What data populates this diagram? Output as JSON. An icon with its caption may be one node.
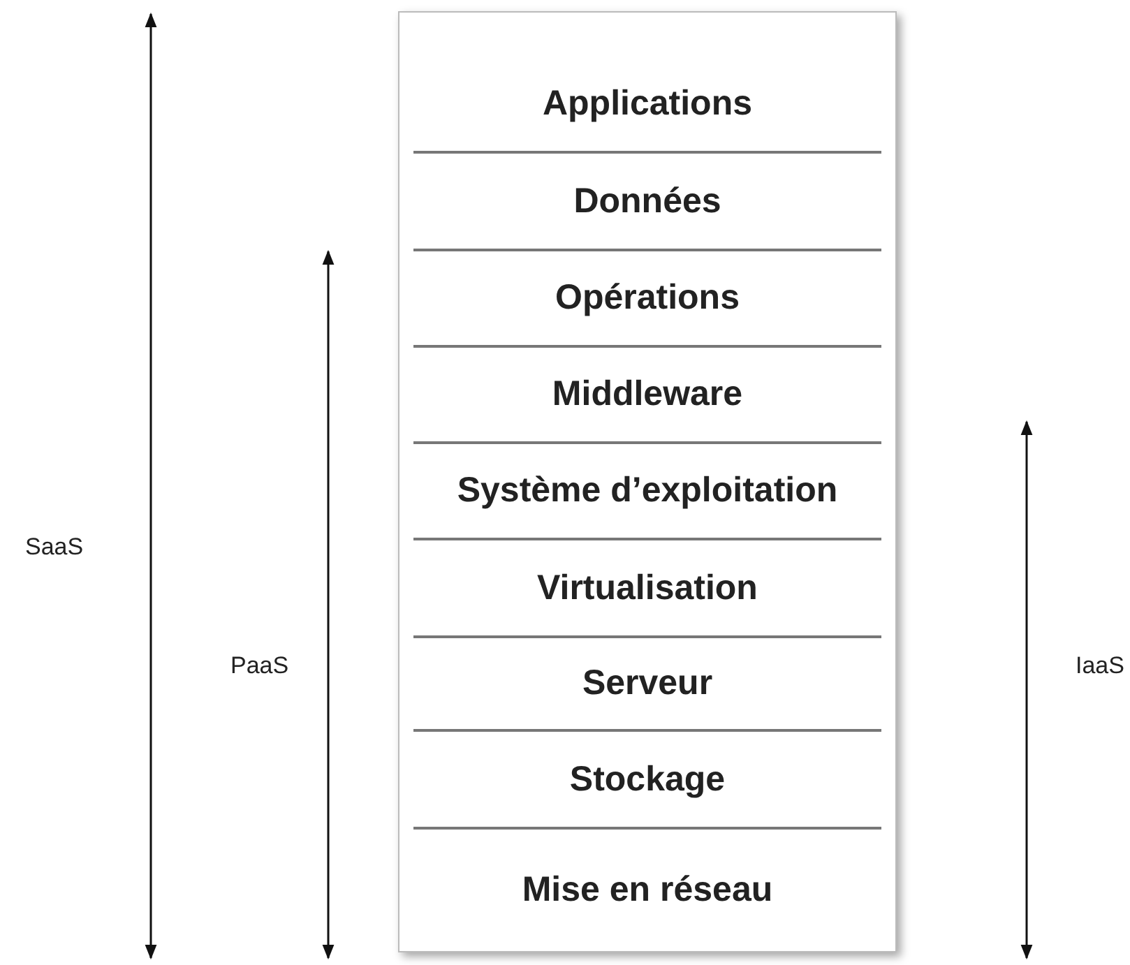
{
  "diagram": {
    "nodes": [
      {
        "text": [
          "Applications"
        ]
      },
      {
        "text": [
          "Données"
        ]
      },
      {
        "text": [
          "Opérations"
        ]
      },
      {
        "text": [
          "Middleware"
        ]
      },
      {
        "text": [
          "Système d’exploitation"
        ]
      },
      {
        "text": [
          "Virtualisation"
        ]
      },
      {
        "text": [
          "Serveur"
        ]
      },
      {
        "text": [
          "Stockage"
        ]
      },
      {
        "text": [
          "Mise en réseau"
        ]
      }
    ],
    "edges": [],
    "labels": [
      "SaaS",
      "PaaS",
      "IaaS"
    ]
  }
}
